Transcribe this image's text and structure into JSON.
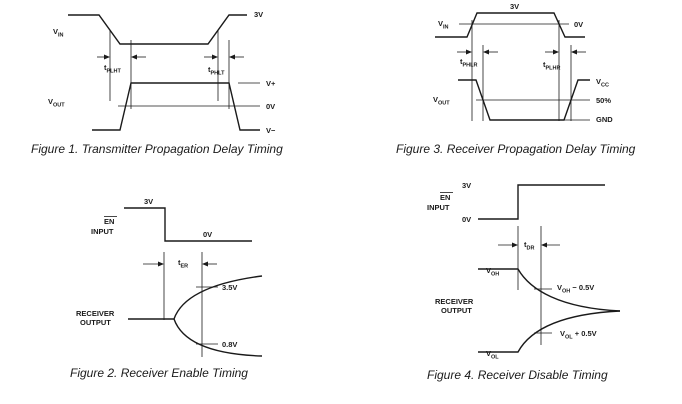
{
  "fig1": {
    "caption": "Figure 1.  Transmitter Propagation Delay Timing",
    "vin": "V",
    "vin_sub": "IN",
    "vout": "V",
    "vout_sub": "OUT",
    "v3": "3V",
    "tplht": "t",
    "tplht_sub": "PLHT",
    "tphlt": "t",
    "tphlt_sub": "PHLT",
    "vplus": "V+",
    "zero": "0V",
    "vminus": "V−"
  },
  "fig2": {
    "caption": "Figure 2.  Receiver Enable Timing",
    "v3": "3V",
    "en": "EN",
    "input": "INPUT",
    "zero": "0V",
    "ter": "t",
    "ter_sub": "ER",
    "receiver": "RECEIVER",
    "output": "OUTPUT",
    "v35": "3.5V",
    "v08": "0.8V"
  },
  "fig3": {
    "caption": "Figure 3.  Receiver Propagation Delay Timing",
    "vin": "V",
    "vin_sub": "IN",
    "v3": "3V",
    "zero": "0V",
    "tphlr": "t",
    "tphlr_sub": "PHLR",
    "tplhr": "t",
    "tplhr_sub": "PLHR",
    "vout": "V",
    "vout_sub": "OUT",
    "vcc": "V",
    "vcc_sub": "CC",
    "p50": "50%",
    "gnd": "GND"
  },
  "fig4": {
    "caption": "Figure 4.  Receiver Disable Timing",
    "v3": "3V",
    "en": "EN",
    "input": "INPUT",
    "zero": "0V",
    "tdr": "t",
    "tdr_sub": "DR",
    "voh": "V",
    "voh_sub": "OH",
    "vohm": "V",
    "vohm_sub": "OH",
    "vohm_suffix": " − 0.5V",
    "receiver": "RECEIVER",
    "output": "OUTPUT",
    "volp": "V",
    "volp_sub": "OL",
    "volp_suffix": " + 0.5V",
    "vol": "V",
    "vol_sub": "OL"
  }
}
